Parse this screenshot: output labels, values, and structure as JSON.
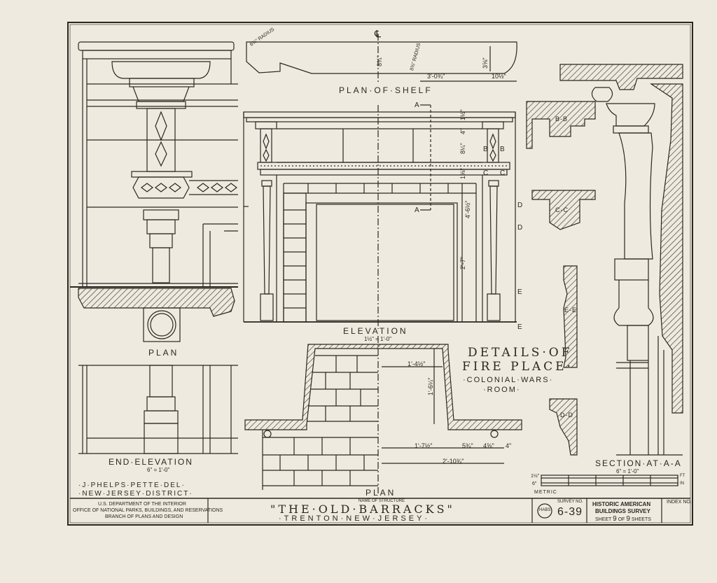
{
  "sheet": {
    "paper_color": "#efeadf",
    "ink_color": "#2a2723"
  },
  "views": {
    "centerline_mark": "℄",
    "plan_of_shelf": "PLAN·OF·SHELF",
    "elevation": "ELEVATION",
    "elevation_scale": "1½\" = 1'-0\"",
    "plan_left": "PLAN",
    "end_elevation": "END·ELEVATION",
    "end_elevation_scale": "6\" = 1'-0\"",
    "plan_bottom": "PLAN",
    "section": "SECTION·AT·A-A",
    "section_scale": "6\" = 1'-0\""
  },
  "section_marks": {
    "a": "A",
    "b": "B",
    "c": "C",
    "d": "D",
    "e": "E",
    "bb": "B-B",
    "cc": "C-C",
    "ee": "E-E",
    "dd": "D-D"
  },
  "dimensions": {
    "shelf_radius_left": "6¾\" RADIUS",
    "shelf_radius_mid": "8⅜\" RADIUS",
    "shelf_depth_left": "8¾\"",
    "shelf_depth_right": "3⅝\"",
    "shelf_half_width": "3'-0¾\"",
    "shelf_end": "10½\"",
    "elev_1": "1½\"",
    "elev_2": "4\"",
    "elev_3": "8¼\"",
    "elev_4": "1⅝\"",
    "elev_5": "4'-6½\"",
    "elev_6": "2'-7\"",
    "plan_1": "1'-4½\"",
    "plan_2": "1'-6¼\"",
    "plan_3": "1'-7½\"",
    "plan_4": "5¾\"",
    "plan_5": "4⅝\"",
    "plan_6": "4\"",
    "plan_7": "2'-10¾\""
  },
  "title_block_text": {
    "details_line1": "DETAILS·OF",
    "details_line2": "FIRE PLACE·",
    "details_line3": "·COLONIAL·WARS·",
    "details_line4": "·ROOM·",
    "credit_line1": "·J·PHELPS·PETTE·DEL·",
    "credit_line2": "·NEW·JERSEY·DISTRICT·",
    "agency_line1": "U.S. DEPARTMENT OF THE INTERIOR",
    "agency_line2": "OFFICE OF NATIONAL PARKS, BUILDINGS, AND RESERVATIONS",
    "agency_line3": "BRANCH OF PLANS AND DESIGN",
    "name_of_structure_label": "NAME OF STRUCTURE",
    "structure_name": "\"THE·OLD·BARRACKS\"",
    "structure_location": "·TRENTON·NEW·JERSEY·",
    "survey_no_label": "SURVEY NO.",
    "survey_no": "6-39",
    "habs_line1": "HISTORIC AMERICAN",
    "habs_line2": "BUILDINGS SURVEY",
    "sheet_label": "SHEET",
    "sheet_no": "9",
    "of_label": "OF",
    "sheet_total": "9",
    "sheets_label": "SHEETS",
    "index_label": "INDEX NO.",
    "seal_text": "HABS",
    "scale_ft": "FT",
    "scale_in": "IN",
    "scale_metric": "METRIC",
    "scale_frac1": "1½\"",
    "scale_frac2": "6\""
  }
}
